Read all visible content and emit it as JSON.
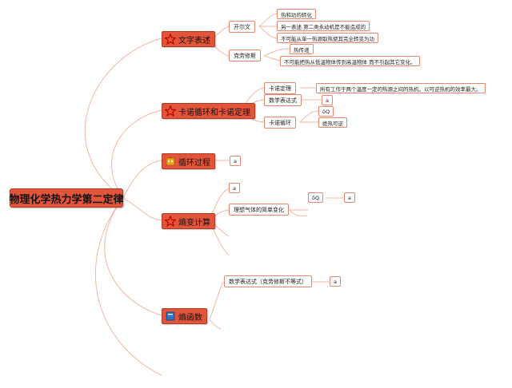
{
  "root": "物理化学热力学第二定律",
  "branches": {
    "wenzi": {
      "label": "文字表述",
      "icon": "star-icon",
      "kaierwen": "开尔文",
      "kaierwen_items": [
        "热和功的转化",
        "另一表述 第二类永动机是不能造成的",
        "不可能从单一热源取热使其完全转变为功"
      ],
      "kelaoxiusi": "克劳修斯",
      "kelaoxiusi_items": [
        "热传递",
        "不可能把热从低温物体传到高温物体 而不引起其它变化。"
      ]
    },
    "kanuo": {
      "label": "卡诺循环和卡诺定理",
      "icon": "star-icon",
      "dingli": "卡诺定理",
      "dingli_text": "所有工作于两个温度一定的热源之间的热机，以可逆热机的效率最大。",
      "shuxue": "数学表达式",
      "shuxue_val": "a",
      "xunhuan": "卡诺循环",
      "xunhuan_items": [
        "δQ",
        "绝热可逆"
      ]
    },
    "xunhuan": {
      "label": "循环过程",
      "icon": "robot-icon",
      "val": "a"
    },
    "shangbian": {
      "label": "熵变计算",
      "icon": "star-icon",
      "top_val": "a",
      "lixiang": "理想气体的简单变化",
      "dq": "δQ",
      "dq_val": "a"
    },
    "shanghanshu": {
      "label": "熵函数",
      "icon": "book-icon",
      "shuxue": "数学表达式（克劳修斯不等式）",
      "val": "a"
    }
  },
  "colors": {
    "node_fill": "#e2553a",
    "node_border": "#b33a22",
    "line": "#efb8a6",
    "sub_border": "#e8866f"
  }
}
